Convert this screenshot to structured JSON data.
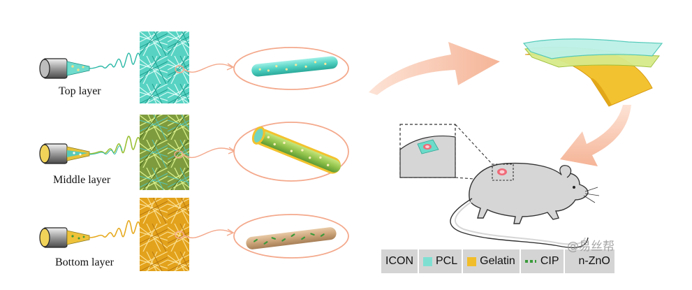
{
  "layers": [
    {
      "label": "Top layer"
    },
    {
      "label": "Middle layer"
    },
    {
      "label": "Bottom layer"
    }
  ],
  "legend": {
    "title": "ICON",
    "items": [
      {
        "label": "PCL",
        "color": "#7fe0d2"
      },
      {
        "label": "Gelatin",
        "color": "#f1bd2a"
      },
      {
        "label": "CIP",
        "color": "#3a9a3a"
      },
      {
        "label": "n-ZnO",
        "color": "#ffffff"
      }
    ]
  },
  "watermark": "@易丝帮",
  "colors": {
    "teal": "#4fd0c0",
    "teal_dark": "#1fa898",
    "olive": "#8aa844",
    "gold": "#e6a91e",
    "tan": "#c8a27a",
    "arrow": "#f6bca0",
    "mouse_fill": "#d6d6d6",
    "wound": "#f06a78"
  }
}
